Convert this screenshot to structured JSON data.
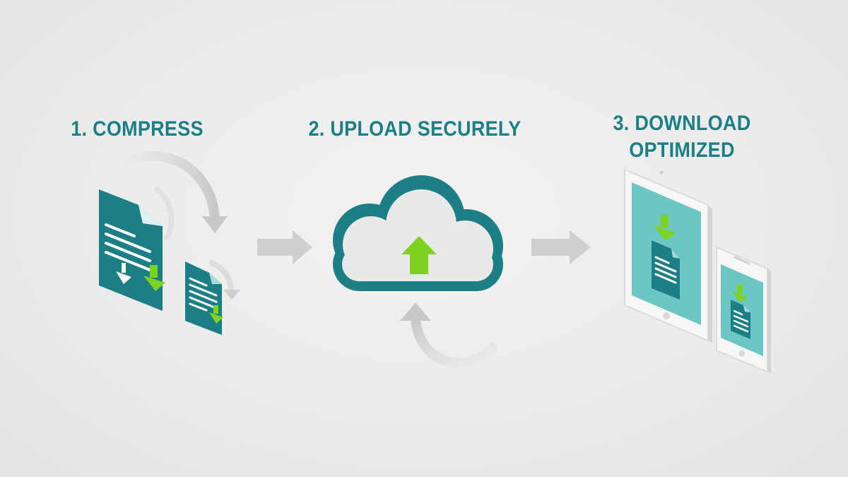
{
  "steps": [
    {
      "title": "1. COMPRESS"
    },
    {
      "title": "2. UPLOAD SECURELY"
    },
    {
      "title_line1": "3. DOWNLOAD",
      "title_line2": "OPTIMIZED"
    }
  ],
  "colors": {
    "background": "#ececec",
    "teal_dark": "#1d7f86",
    "teal_light": "#6cc7c4",
    "green_arrow": "#7ed321",
    "gray_arrow": "#cfcfcf"
  },
  "icons": {
    "step1": "compress-documents-icon",
    "step2": "cloud-upload-icon",
    "step3": "tablet-and-phone-download-icon",
    "connectors": "right-arrow-icon"
  }
}
